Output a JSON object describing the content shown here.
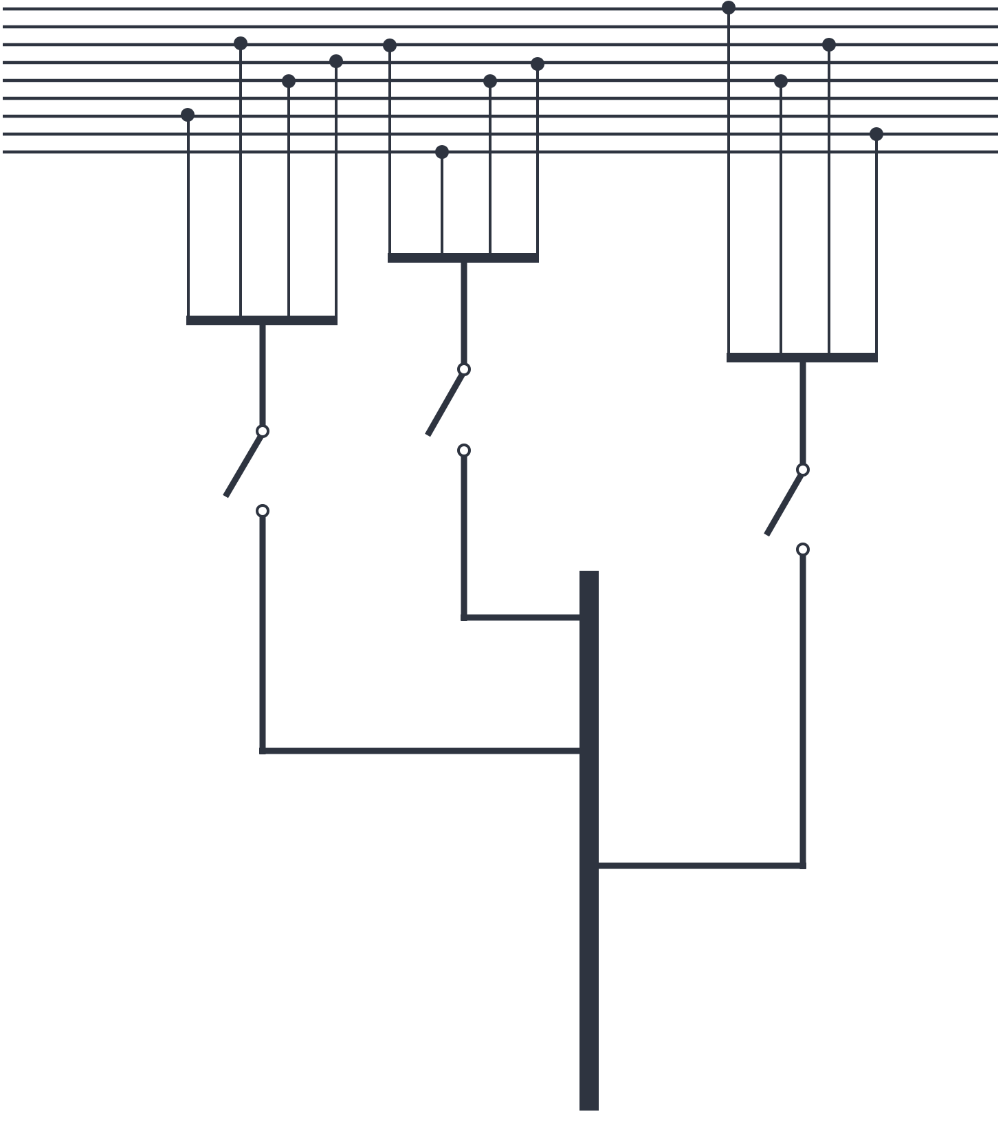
{
  "diagram": {
    "type": "switch-network",
    "colors": {
      "stroke": "#2e3440",
      "background": "#ffffff",
      "open_contact_fill": "#ffffff"
    },
    "bus_lines": {
      "count": 9
    },
    "groups": [
      {
        "id": "left",
        "taps": 4,
        "switch_state": "open",
        "feeds": "main-trunk"
      },
      {
        "id": "middle",
        "taps": 4,
        "switch_state": "open",
        "feeds": "main-trunk"
      },
      {
        "id": "right",
        "taps": 4,
        "switch_state": "open",
        "feeds": "main-trunk"
      }
    ],
    "main_trunk": {
      "branches": 3
    },
    "text_labels": []
  }
}
